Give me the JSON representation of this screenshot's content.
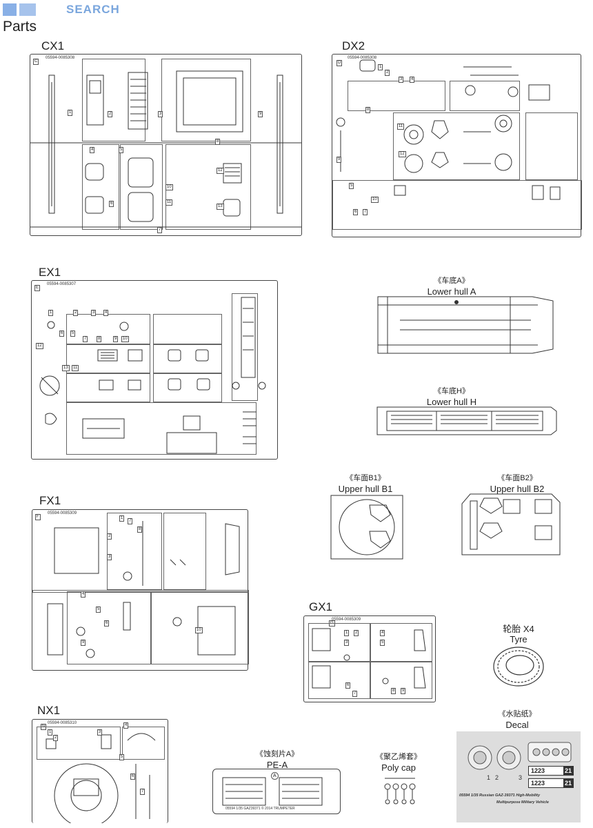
{
  "header": {
    "watermark": "SEARCH",
    "parts_title": "Parts"
  },
  "sprues": {
    "cx1": {
      "label": "CX1",
      "code": "05594-0085308",
      "letter": "C",
      "nums": [
        "1",
        "2",
        "3",
        "4",
        "5",
        "6",
        "7",
        "8",
        "9",
        "10",
        "11",
        "12",
        "13"
      ]
    },
    "dx2": {
      "label": "DX2",
      "code": "05594-0085308",
      "letter": "D",
      "nums": [
        "1",
        "2",
        "3",
        "4",
        "5",
        "6",
        "7",
        "8",
        "9",
        "10",
        "11",
        "12"
      ]
    },
    "ex1": {
      "label": "EX1",
      "code": "05594-0085307",
      "letter": "E",
      "nums": [
        "1",
        "2",
        "3",
        "4",
        "5",
        "6",
        "7",
        "8",
        "9",
        "10",
        "11",
        "12",
        "13"
      ]
    },
    "fx1": {
      "label": "FX1",
      "code": "05594-0085309",
      "letter": "F",
      "nums": [
        "1",
        "2",
        "3",
        "4",
        "5",
        "6",
        "7",
        "8",
        "9",
        "10"
      ]
    },
    "gx1": {
      "label": "GX1",
      "code": "05594-0085309",
      "letter": "G",
      "nums": [
        "1",
        "2",
        "3",
        "4",
        "5",
        "6",
        "7",
        "8",
        "9"
      ]
    },
    "nx1": {
      "label": "NX1",
      "code": "05594-0085310",
      "letter": "N",
      "nums": [
        "1",
        "2",
        "3",
        "4",
        "5",
        "6",
        "7"
      ]
    }
  },
  "items": {
    "lower_hull_a": {
      "cn": "《车底A》",
      "en": "Lower hull A"
    },
    "lower_hull_h": {
      "cn": "《车底H》",
      "en": "Lower hull H"
    },
    "upper_hull_b1": {
      "cn": "《车面B1》",
      "en": "Upper hull B1"
    },
    "upper_hull_b2": {
      "cn": "《车面B2》",
      "en": "Upper hull B2"
    },
    "tyre": {
      "cn": "轮胎 X4",
      "en": "Tyre"
    },
    "decal": {
      "cn": "《水贴纸》",
      "en": "Decal"
    },
    "pe_a": {
      "cn": "《蚀刻片A》",
      "en": "PE-A",
      "code": "05594 1/35 GAZ39371 © 2014 TRUMPETER",
      "letter": "A"
    },
    "poly_cap": {
      "cn": "《聚乙烯套》",
      "en": "Poly cap"
    }
  },
  "decal_sheet": {
    "plates": [
      "1223",
      "1223"
    ],
    "plate_suffix": [
      "21",
      "21"
    ],
    "nums": [
      "1",
      "2",
      "3"
    ],
    "line1": "05594 1/35 Russian GAZ-39371 High-Mobility",
    "line2": "Multipurpose Military Vehicle"
  },
  "colors": {
    "ink": "#333333",
    "watermark": "#3a7bd5"
  }
}
